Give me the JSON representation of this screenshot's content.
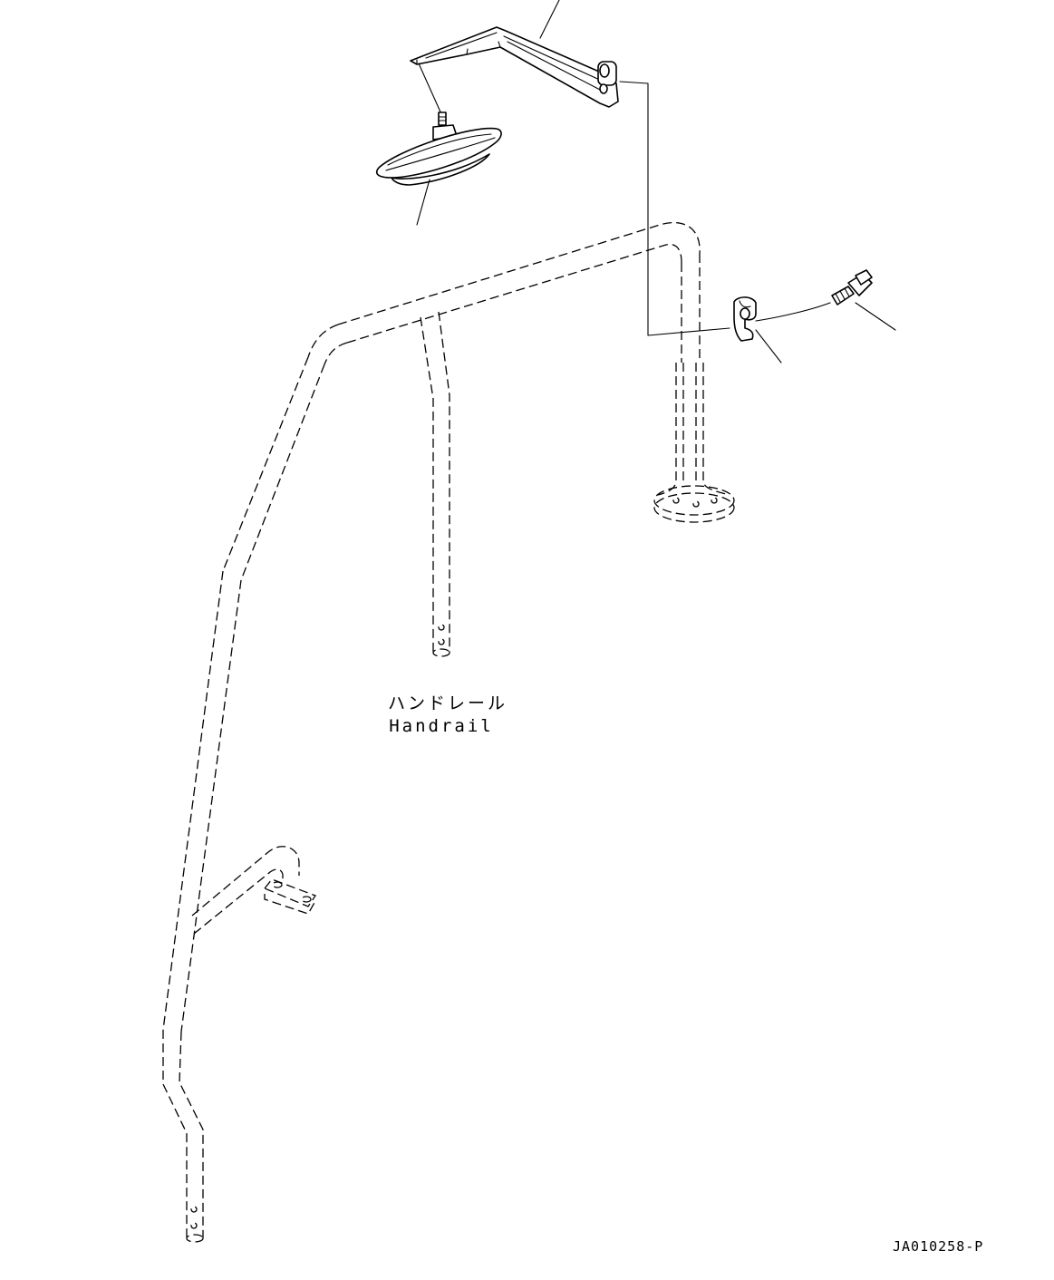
{
  "handrail_label": {
    "japanese": "ハンドレール",
    "english": "Handrail"
  },
  "drawing_code": "JA010258-P",
  "icons": [
    "mirror-icon",
    "mirror-bracket-icon",
    "clamp-icon",
    "bolt-icon",
    "handrail-icon"
  ]
}
